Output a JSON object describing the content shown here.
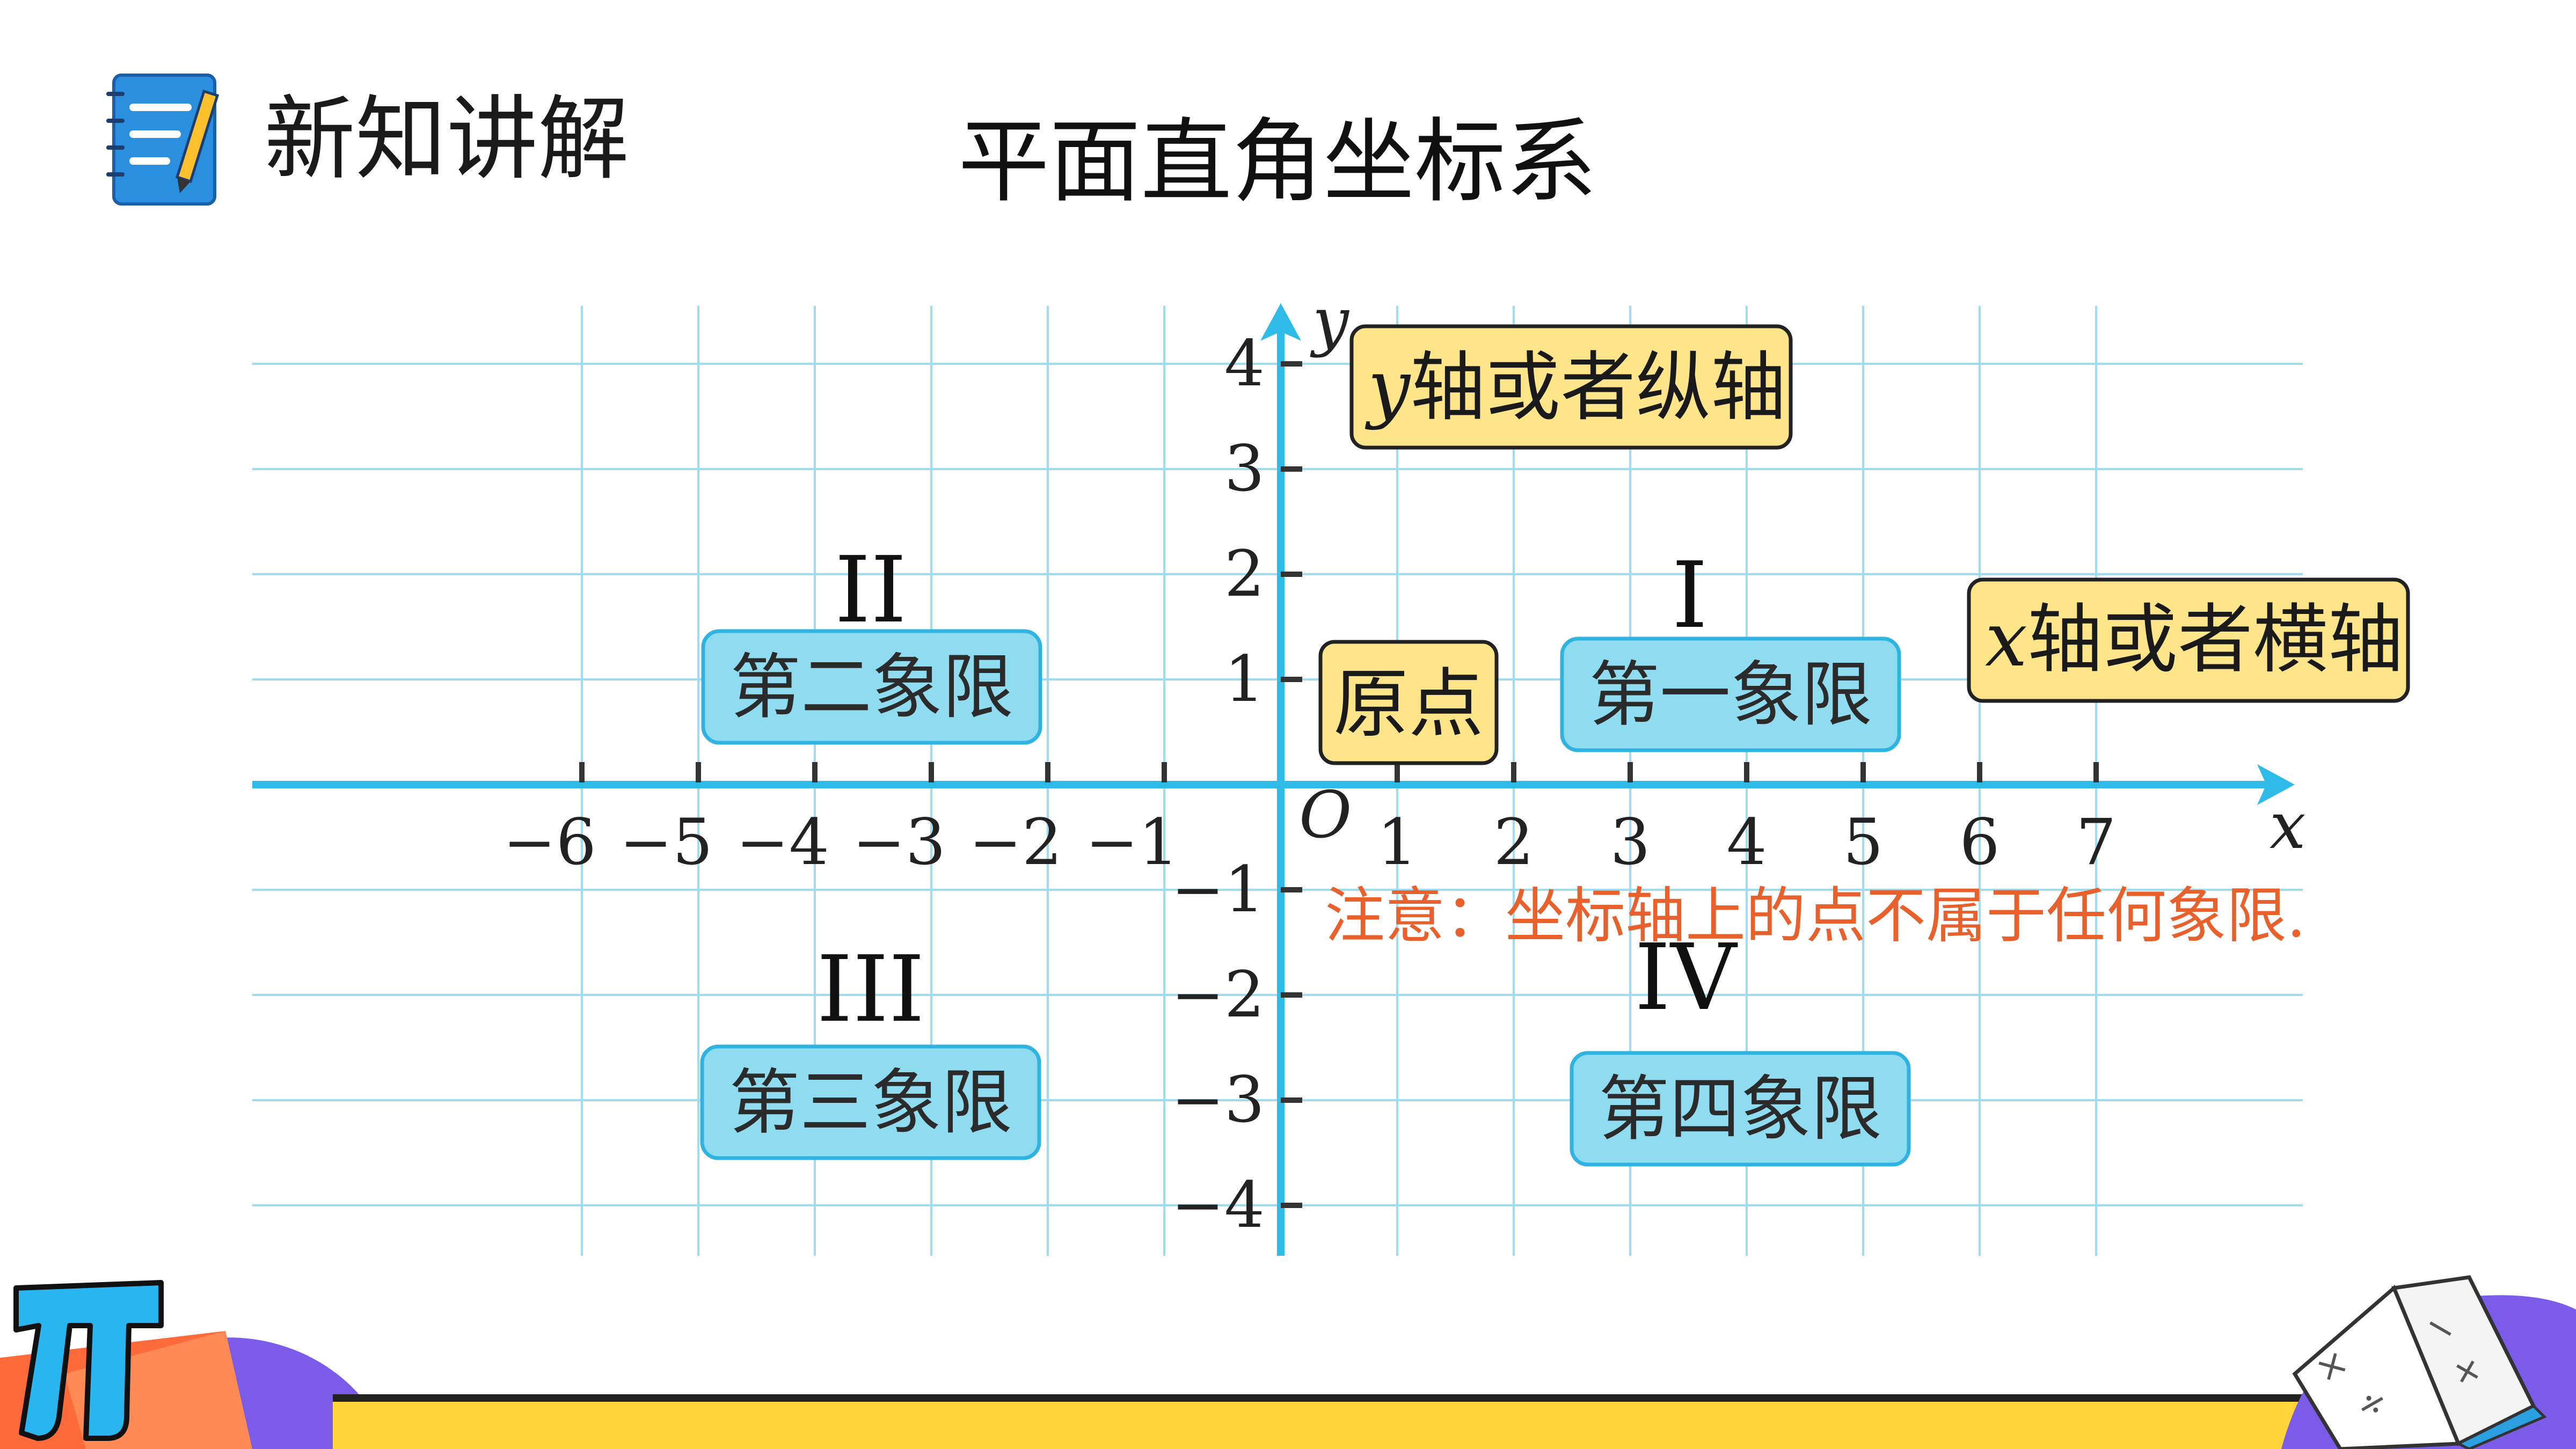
{
  "header": {
    "section_title": "新知讲解",
    "slide_title": "平面直角坐标系"
  },
  "axes": {
    "x_label": "x",
    "y_label": "y",
    "origin_label": "O",
    "x_ticks": [
      -6,
      -5,
      -4,
      -3,
      -2,
      -1,
      1,
      2,
      3,
      4,
      5,
      6,
      7
    ],
    "x_tick_labels": [
      "−6",
      "−5",
      "−4",
      "−3",
      "−2",
      "−1",
      "1",
      "2",
      "3",
      "4",
      "5",
      "6",
      "7"
    ],
    "y_ticks": [
      4,
      3,
      2,
      1,
      -1,
      -2,
      -3,
      -4
    ],
    "y_tick_labels": [
      "4",
      "3",
      "2",
      "1",
      "−1",
      "−2",
      "−3",
      "−4"
    ]
  },
  "quadrants": {
    "q1": {
      "numeral": "I",
      "label": "第一象限"
    },
    "q2": {
      "numeral": "II",
      "label": "第二象限"
    },
    "q3": {
      "numeral": "III",
      "label": "第三象限"
    },
    "q4": {
      "numeral": "IV",
      "label": "第四象限"
    }
  },
  "callouts": {
    "origin": "原点",
    "y_axis_var": "y",
    "y_axis_text": "轴或者纵轴",
    "x_axis_var": "x",
    "x_axis_text": "轴或者横轴"
  },
  "note": "注意：坐标轴上的点不属于任何象限.",
  "colors": {
    "axis": "#2fbbe8",
    "grid": "#9fdcef",
    "quadrant_box_fill": "#8fdcf0",
    "quadrant_box_stroke": "#2fb3e0",
    "callout_fill": "#ffe58a",
    "callout_stroke": "#222222",
    "note": "#e8602c",
    "notebook_icon": "#2b8fe0",
    "footer_stripe": "#ffd43b",
    "footer_blob": "#7a5ce8"
  },
  "icons": [
    "notebook-pencil-icon",
    "pi-icon",
    "math-book-icon"
  ]
}
